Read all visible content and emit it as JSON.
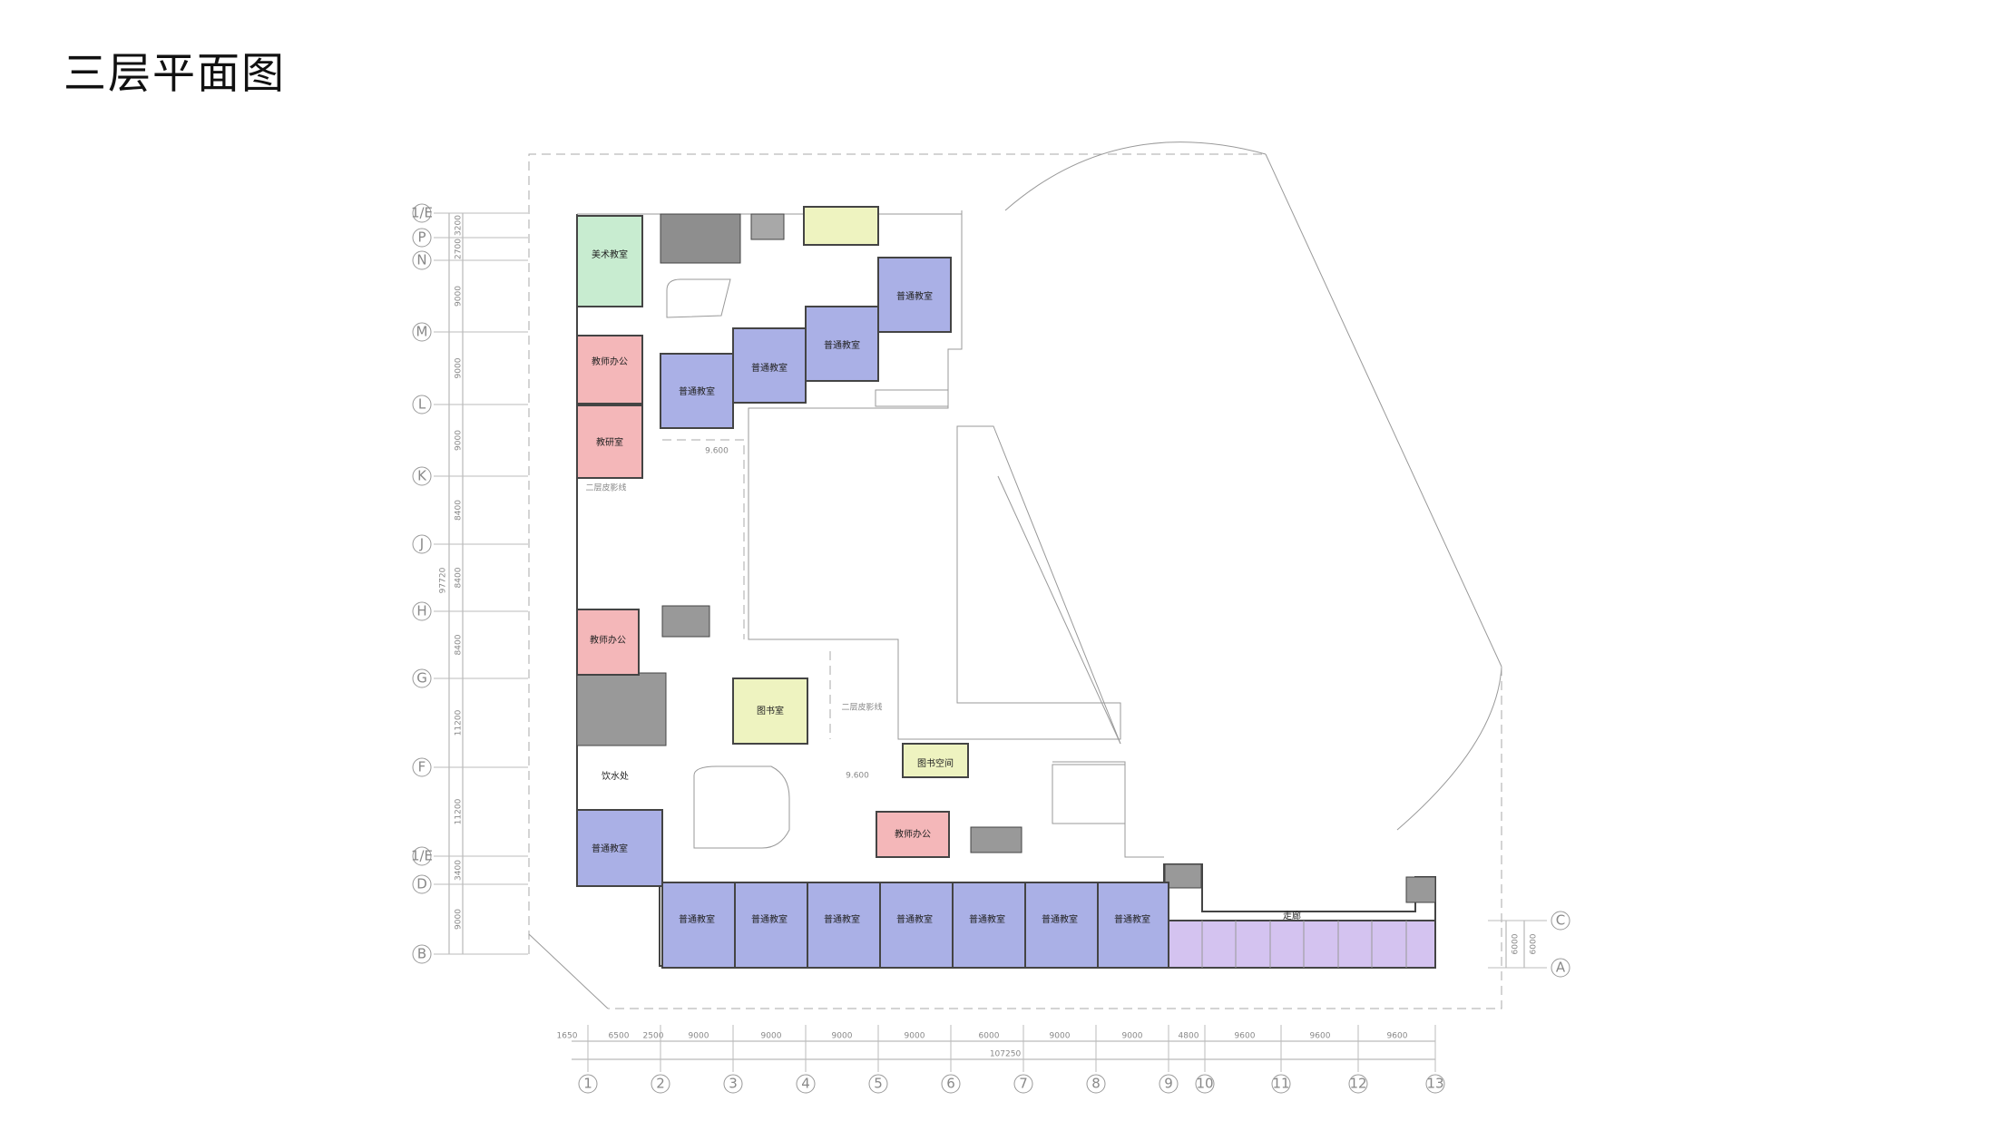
{
  "title": "三层平面图",
  "colors": {
    "classroom": "#aab0e6",
    "office": "#f4b7b9",
    "art": "#c8ecd0",
    "library": "#eef3c0",
    "service": "#d4c3f0",
    "stair": "#999999"
  },
  "rooms": {
    "art_room": "美术教室",
    "teacher_office_1": "教师办公",
    "research_room": "教研室",
    "classroom_n1": "普通教室",
    "classroom_n2": "普通教室",
    "classroom_n3": "普通教室",
    "classroom_n4": "普通教室",
    "teacher_office_2": "教师办公",
    "library": "图书室",
    "book_space": "图书空间",
    "water": "饮水处",
    "classroom_w": "普通教室",
    "teacher_office_3": "教师办公",
    "classroom_s1": "普通教室",
    "classroom_s2": "普通教室",
    "classroom_s3": "普通教室",
    "classroom_s4": "普通教室",
    "classroom_s5": "普通教室",
    "classroom_s6": "普通教室",
    "classroom_s7": "普通教室",
    "corridor": "走廊"
  },
  "annotations": {
    "elev1": "9.600",
    "elev2": "9.600",
    "line1": "二层皮影线",
    "line2": "二层皮影线"
  },
  "row_axes": [
    "1/E",
    "P",
    "N",
    "M",
    "L",
    "K",
    "J",
    "H",
    "G",
    "F",
    "1/E",
    "D",
    "B"
  ],
  "row_dims": [
    "3200",
    "2700",
    "9000",
    "9000",
    "9000",
    "8400",
    "8400",
    "8400",
    "11200",
    "11200",
    "3400",
    "9000"
  ],
  "row_total": "97720",
  "col_axes": [
    "1",
    "2",
    "3",
    "4",
    "5",
    "6",
    "7",
    "8",
    "9",
    "10",
    "11",
    "12",
    "13"
  ],
  "col_dims": [
    "1650",
    "6500",
    "2500",
    "9000",
    "9000",
    "9000",
    "9000",
    "6000",
    "9000",
    "9000",
    "4800",
    "9600",
    "9600",
    "9600"
  ],
  "col_total": "107250",
  "right_axes": [
    "C",
    "A"
  ],
  "right_dims": [
    "6000",
    "6000"
  ]
}
